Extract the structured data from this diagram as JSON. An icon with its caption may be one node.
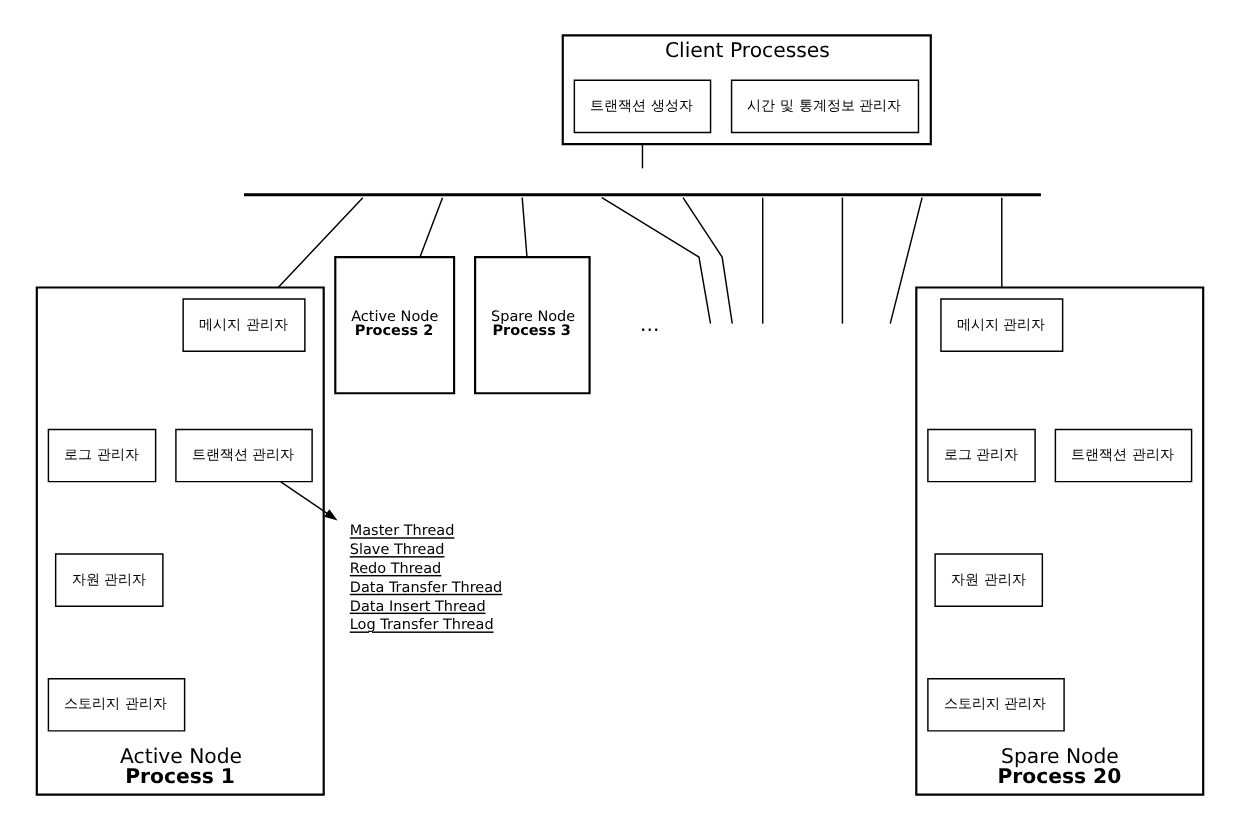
{
  "diagram": {
    "nodes": [
      {
        "text": [
          "Client Processes"
        ]
      },
      {
        "text": [
          "트랜잭션 생성자"
        ],
        "in": 0
      },
      {
        "text": [
          "시간 및 통계정보 관리자"
        ],
        "in": 0
      },
      {
        "text": [
          "Active Node",
          "Process 1"
        ]
      },
      {
        "text": [
          "메시지 관리자"
        ],
        "in": 3
      },
      {
        "text": [
          "로그 관리자"
        ],
        "in": 3
      },
      {
        "text": [
          "트랜잭션 관리자"
        ],
        "in": 3
      },
      {
        "text": [
          "자원 관리자"
        ],
        "in": 3
      },
      {
        "text": [
          "스토리지 관리자"
        ],
        "in": 3
      },
      {
        "text": [
          "Active Node",
          "Process 2"
        ]
      },
      {
        "text": [
          "Spare Node",
          "Process 3"
        ]
      },
      {
        "text": [
          "Spare Node",
          "Process 20"
        ]
      },
      {
        "text": [
          "메시지 관리자"
        ],
        "in": 11
      },
      {
        "text": [
          "로그 관리자"
        ],
        "in": 11
      },
      {
        "text": [
          "트랜잭션 관리자"
        ],
        "in": 11
      },
      {
        "text": [
          "자원 관리자"
        ],
        "in": 11
      },
      {
        "text": [
          "스토리지 관리자"
        ],
        "in": 11
      },
      {
        "text": [
          "Master Thread",
          "Slave Thread",
          "Redo Thread",
          "Data Transfer Thread",
          "Data Insert Thread",
          "Log Transfer Thread"
        ]
      },
      {
        "text": [],
        "shape": "bar"
      }
    ],
    "edges": [
      {
        "from": 0,
        "to": 18,
        "arrow": "none"
      },
      {
        "from": 18,
        "to": 3,
        "arrow": "none"
      },
      {
        "from": 18,
        "to": 9,
        "arrow": "none"
      },
      {
        "from": 18,
        "to": 10,
        "arrow": "none"
      },
      {
        "from": 18,
        "to": null,
        "arrow": "none"
      },
      {
        "from": 18,
        "to": null,
        "arrow": "none"
      },
      {
        "from": 18,
        "to": null,
        "arrow": "none"
      },
      {
        "from": 18,
        "to": null,
        "arrow": "none"
      },
      {
        "from": 18,
        "to": null,
        "arrow": "none"
      },
      {
        "from": 18,
        "to": 11,
        "arrow": "none"
      },
      {
        "from": 6,
        "to": 17,
        "arrow": "to"
      }
    ],
    "labels": [
      "..."
    ]
  }
}
